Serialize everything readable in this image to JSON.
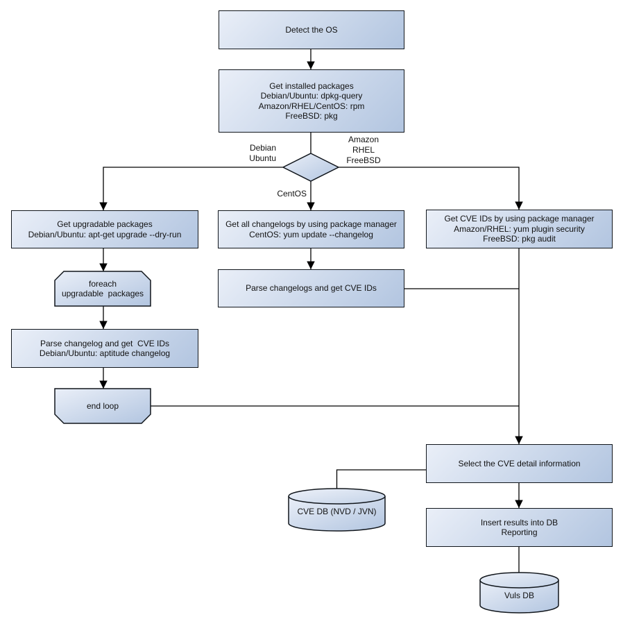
{
  "colors": {
    "node_fill_light": "#eaeff8",
    "node_fill_dark": "#b2c5e0",
    "node_border": "#10151b",
    "edge_line": "#000000",
    "text": "#111111",
    "background": "#ffffff"
  },
  "nodes": {
    "detect_os": "Detect the OS",
    "get_installed_packages": "Get installed packages\nDebian/Ubuntu: dpkg-query\nAmazon/RHEL/CentOS: rpm\nFreeBSD: pkg",
    "get_upgradable_packages": "Get upgradable packages\nDebian/Ubuntu: apt-get upgrade --dry-run",
    "foreach_loop": "foreach\nupgradable  packages",
    "parse_changelog_deb": "Parse changelog and get  CVE IDs\nDebian/Ubuntu: aptitude changelog",
    "end_loop": "end loop",
    "get_all_changelogs": "Get all changelogs by using package manager\nCentOS: yum update --changelog",
    "parse_changelogs": "Parse changelogs and get CVE IDs",
    "get_cve_ids_pkg_mgr": "Get CVE IDs by using package manager\nAmazon/RHEL: yum plugin security\nFreeBSD: pkg audit",
    "select_cve_detail": "Select the CVE detail information",
    "insert_results": "Insert results into DB\nReporting",
    "cve_db": "CVE DB (NVD / JVN)",
    "vuls_db": "Vuls DB"
  },
  "edge_labels": {
    "debian_ubuntu": "Debian\nUbuntu",
    "amazon_rhel_freebsd": "Amazon\nRHEL\nFreeBSD",
    "centos": "CentOS"
  }
}
